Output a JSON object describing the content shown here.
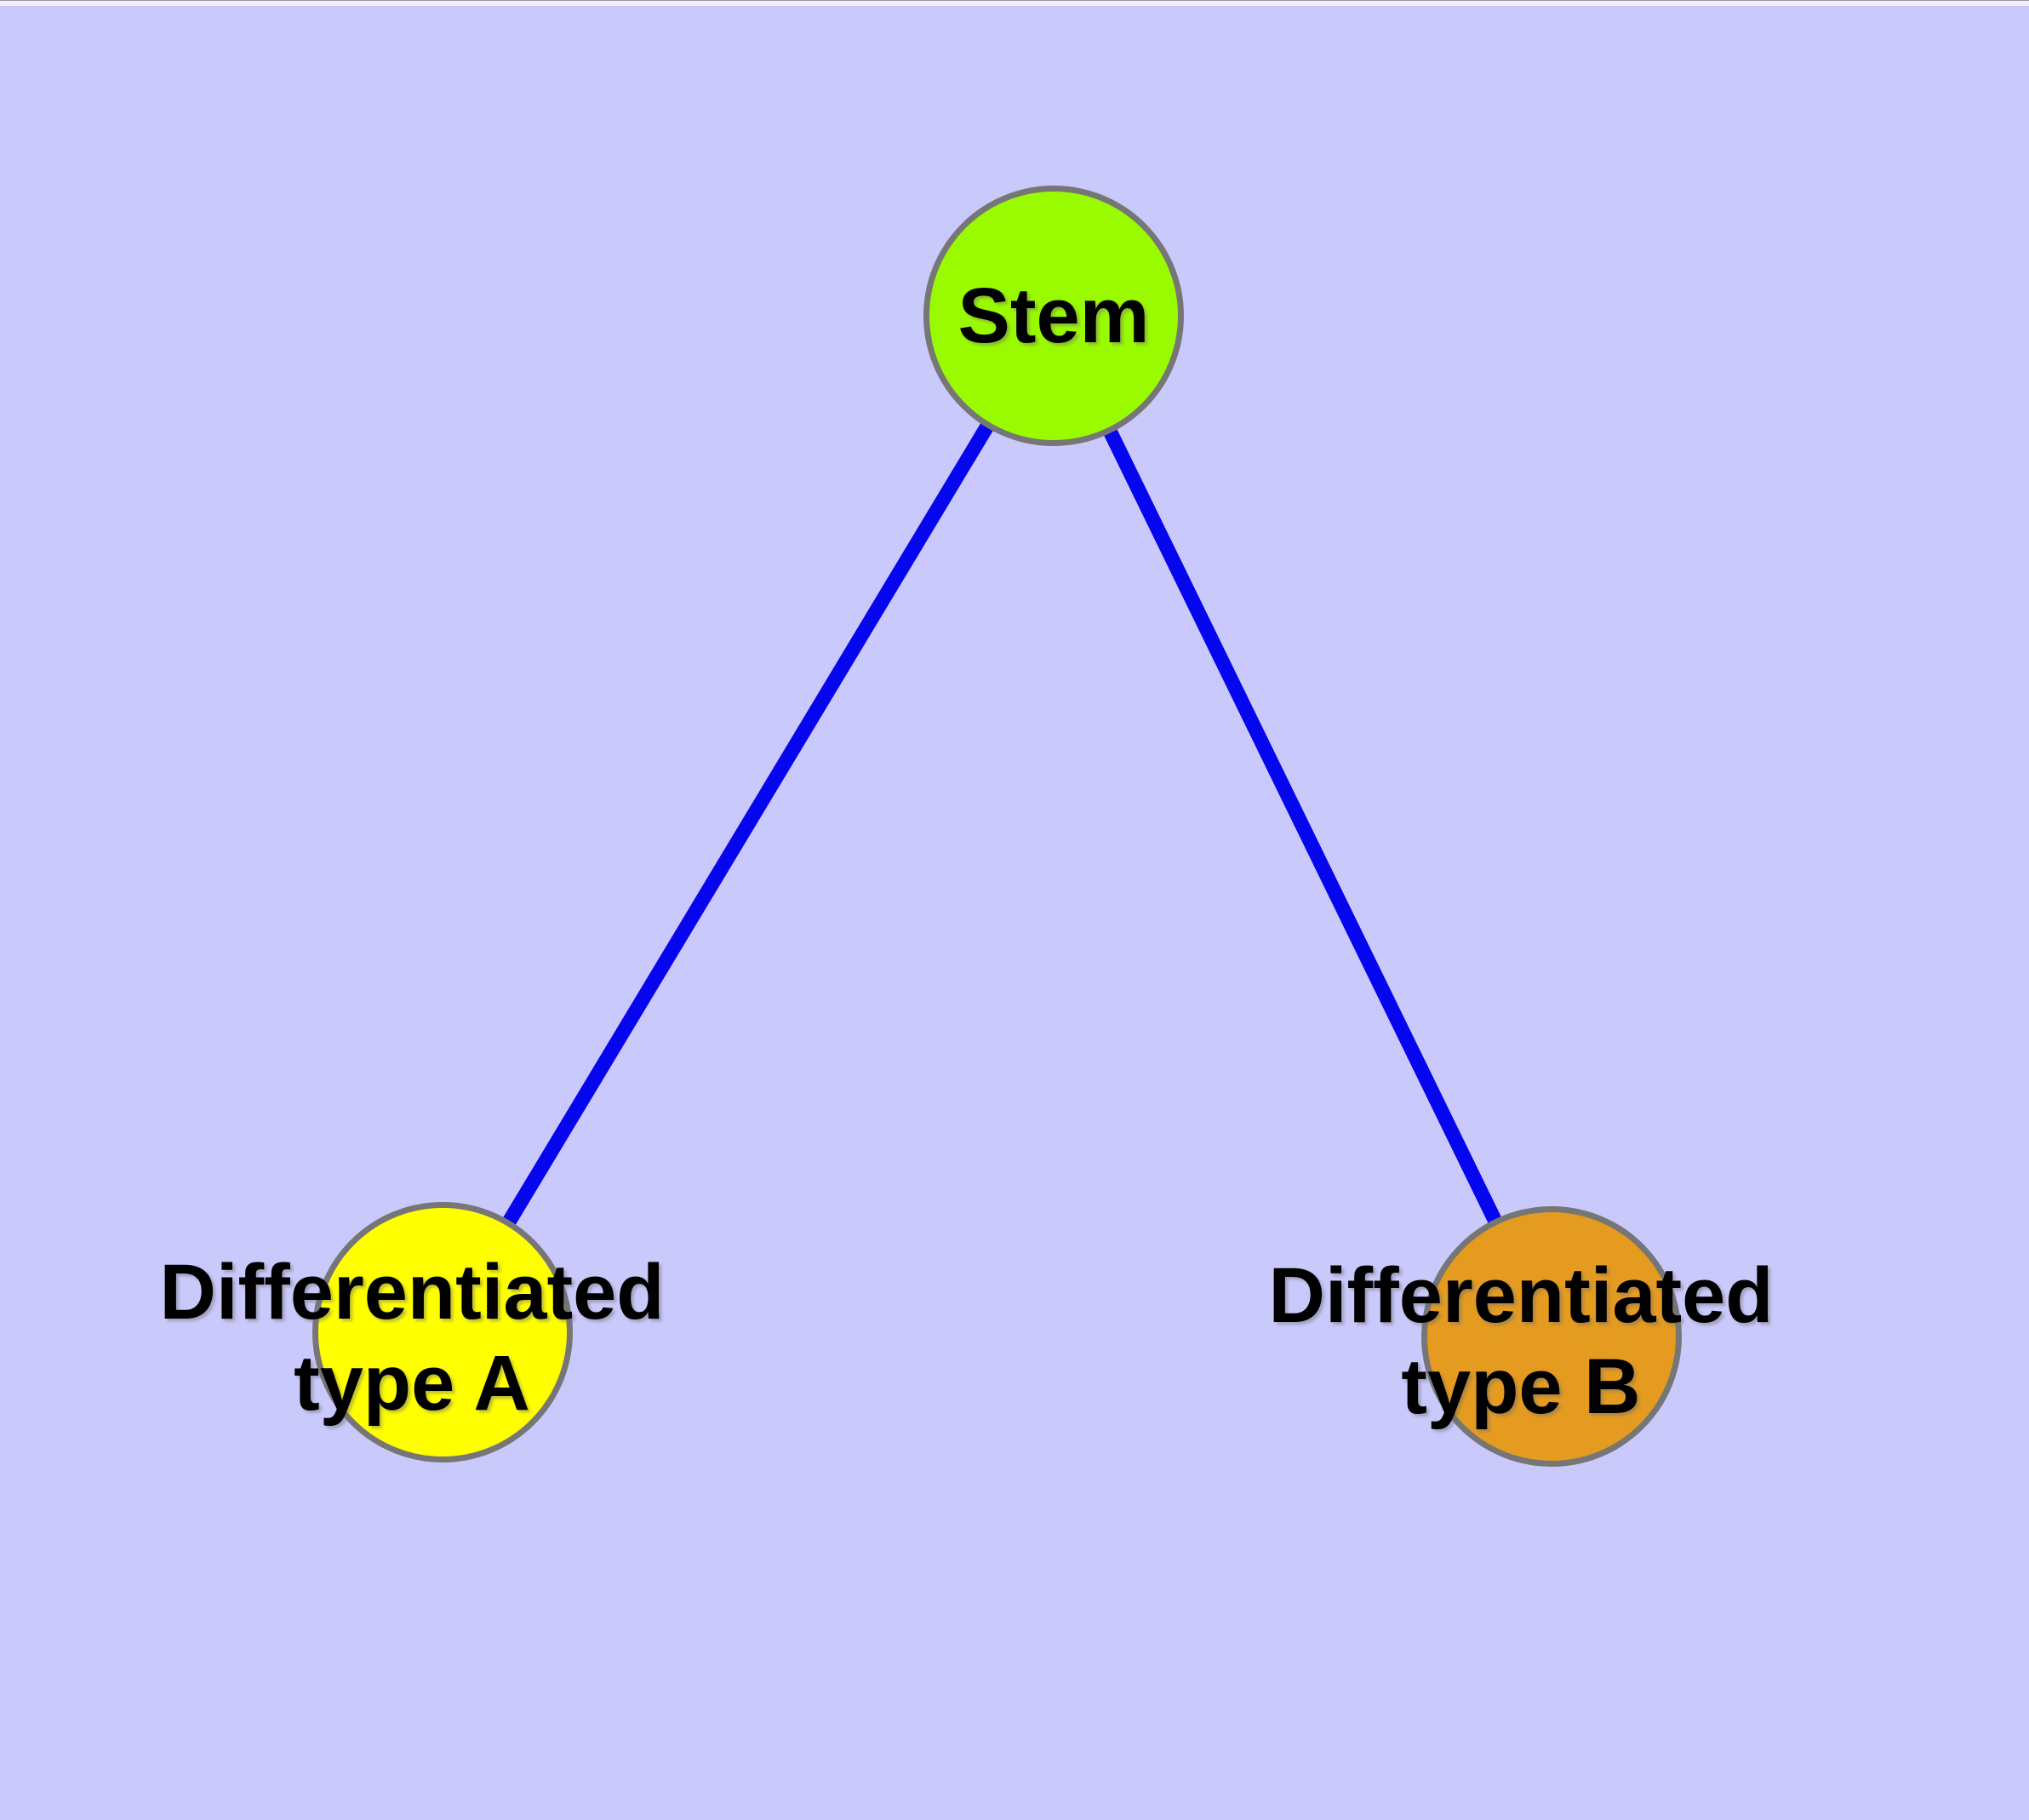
{
  "diagram": {
    "background_color": "#c9c9fc",
    "edge_color": "#0505ee",
    "node_border_color": "#767676",
    "nodes": [
      {
        "id": "stem",
        "label": "Stem",
        "shape": "circle",
        "fill_color": "#9afb00"
      },
      {
        "id": "differentiated-type-a",
        "label": "Differentiated type A",
        "label_lines": [
          "Differentiated",
          "type A"
        ],
        "shape": "circle",
        "fill_color": "#ffff00"
      },
      {
        "id": "differentiated-type-b",
        "label": "Differentiated type B",
        "label_lines": [
          "Differentiated",
          "type B"
        ],
        "shape": "circle",
        "fill_color": "#e49b20"
      }
    ],
    "edges": [
      {
        "from": "stem",
        "to": "differentiated-type-a"
      },
      {
        "from": "stem",
        "to": "differentiated-type-b"
      }
    ]
  }
}
